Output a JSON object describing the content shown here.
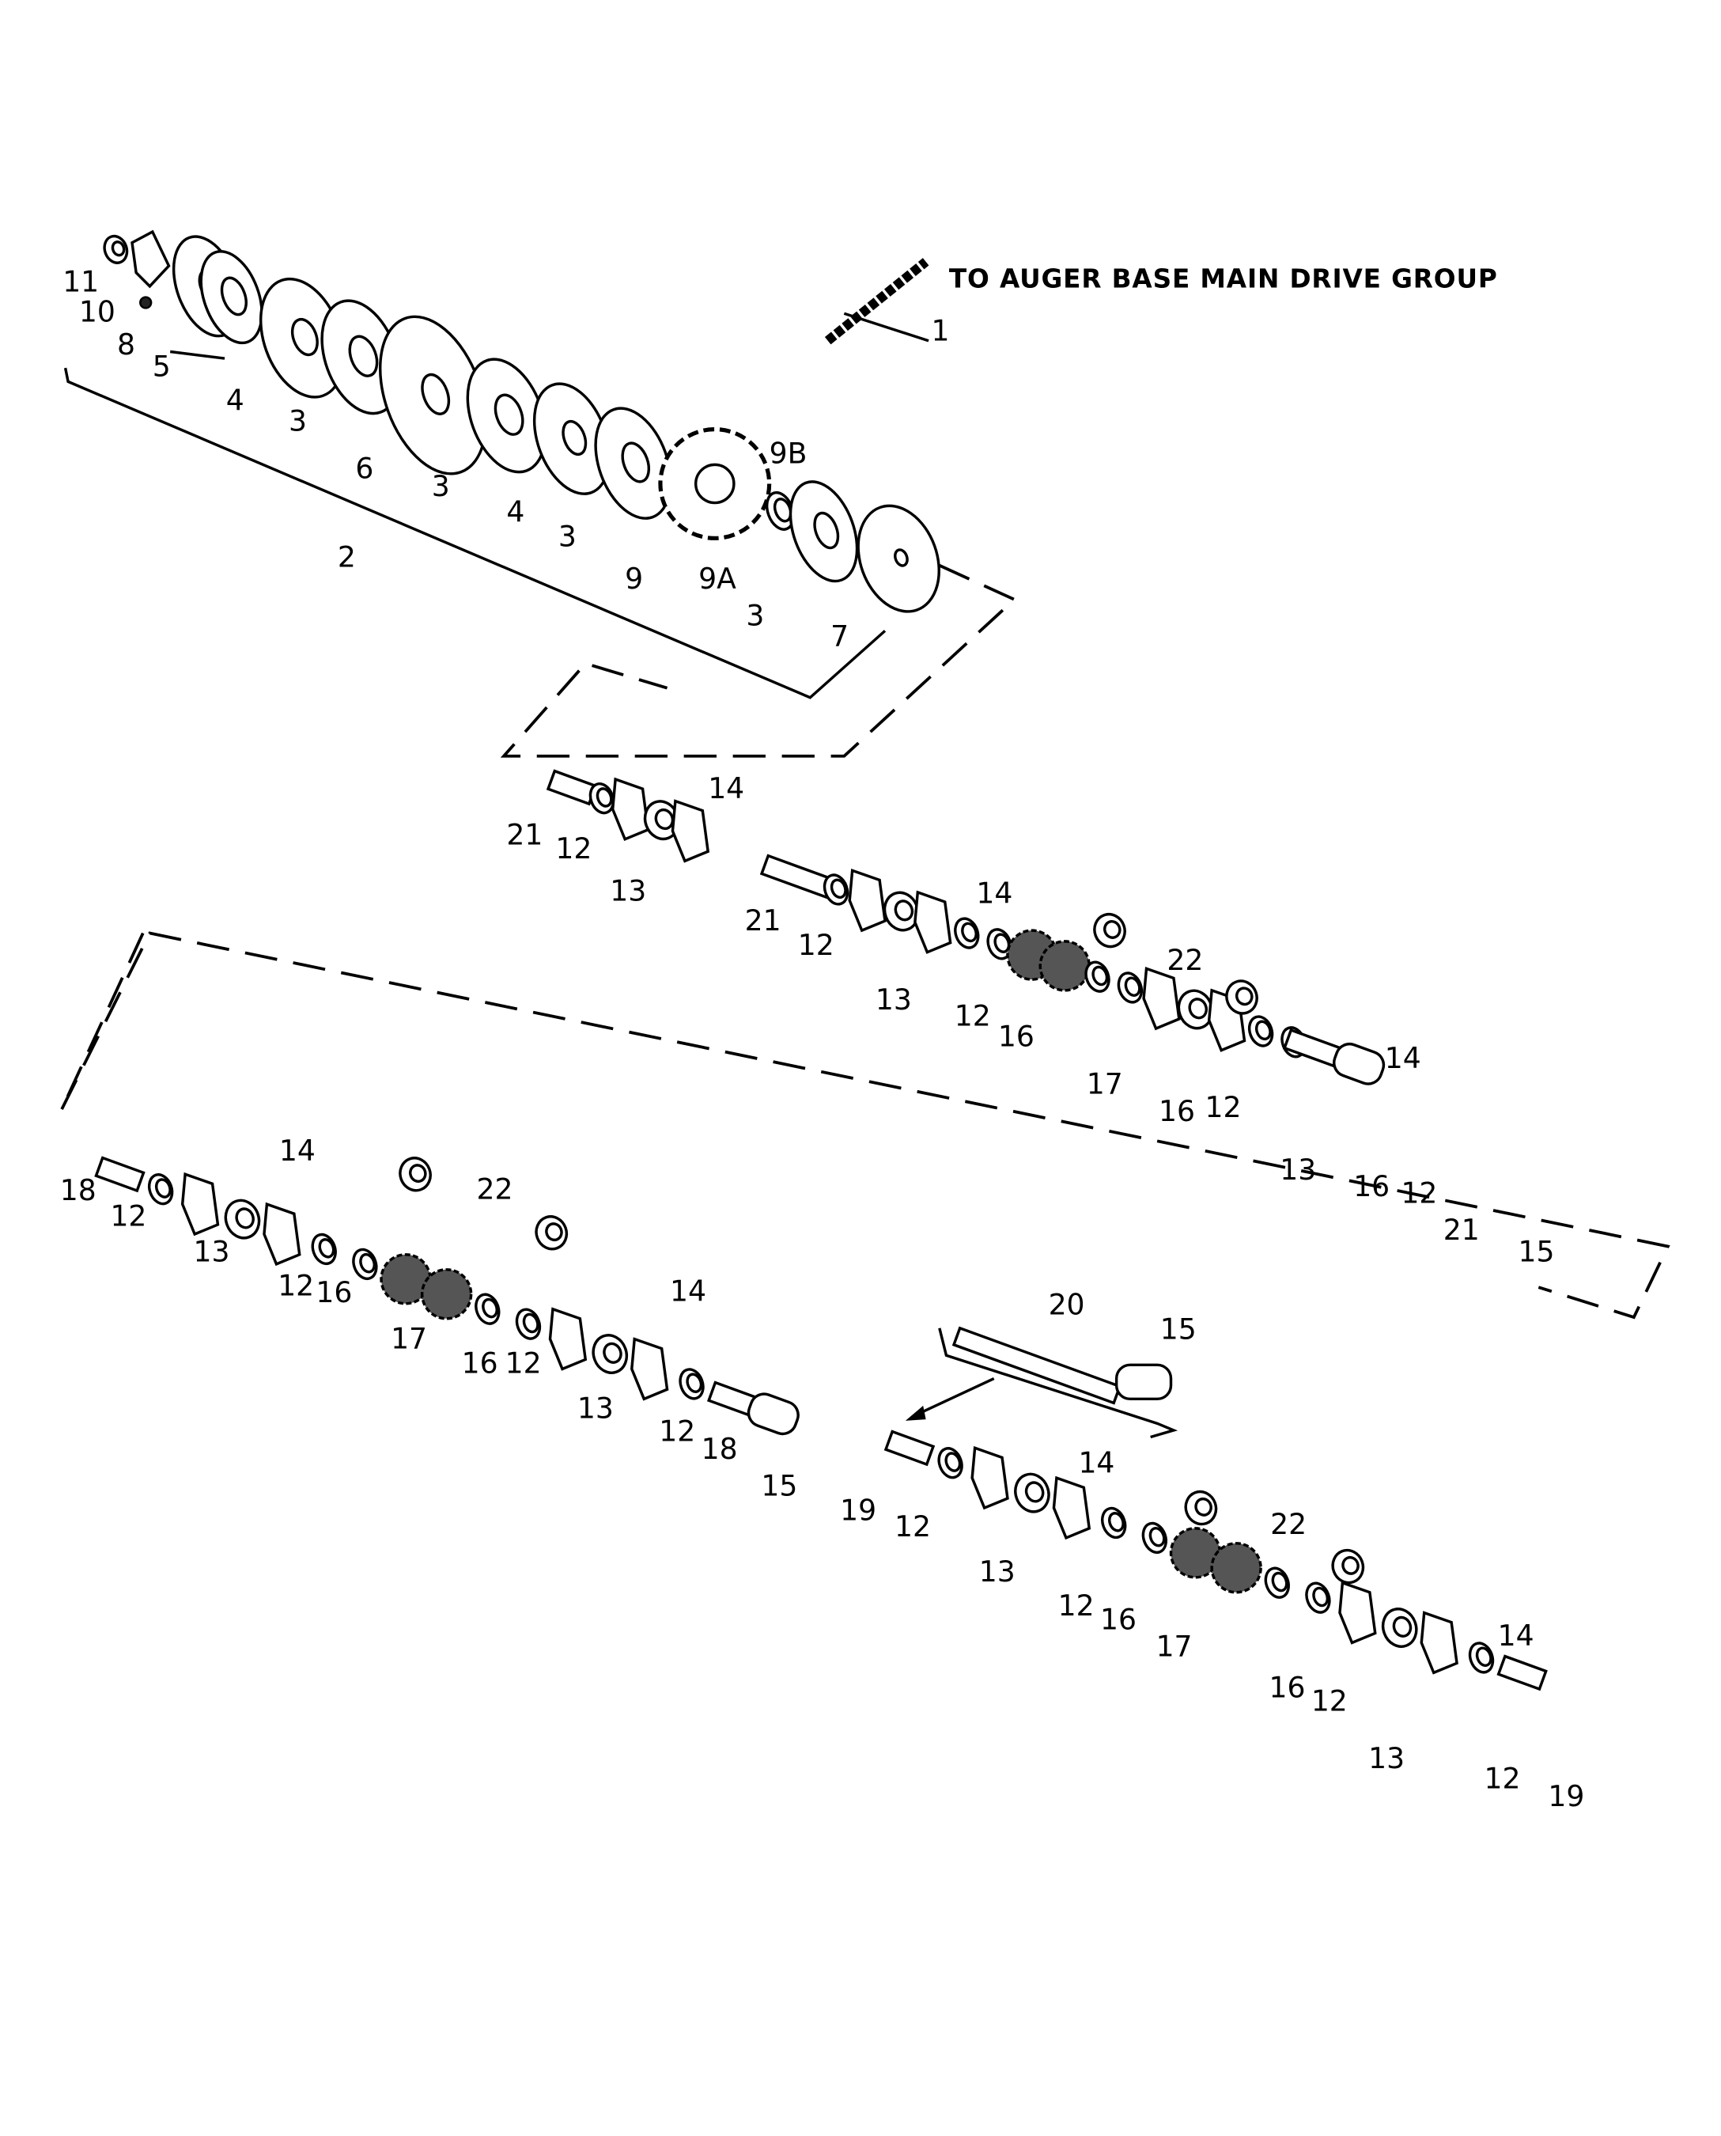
{
  "header": {
    "note": "TO AUGER BASE MAIN DRIVE GROUP"
  },
  "callouts": [
    "1",
    "11",
    "10",
    "8",
    "5",
    "4",
    "3",
    "6",
    "3",
    "4",
    "3",
    "9B",
    "9",
    "9A",
    "3",
    "7",
    "2",
    "21",
    "12",
    "14",
    "13",
    "21",
    "12",
    "14",
    "13",
    "22",
    "12",
    "16",
    "17",
    "16",
    "12",
    "14",
    "13",
    "16",
    "12",
    "21",
    "15",
    "18",
    "12",
    "14",
    "13",
    "22",
    "12",
    "16",
    "17",
    "16",
    "12",
    "14",
    "13",
    "12",
    "18",
    "15",
    "20",
    "15",
    "19",
    "12",
    "14",
    "13",
    "22",
    "12",
    "16",
    "17",
    "16",
    "12",
    "14",
    "13",
    "12",
    "19"
  ]
}
